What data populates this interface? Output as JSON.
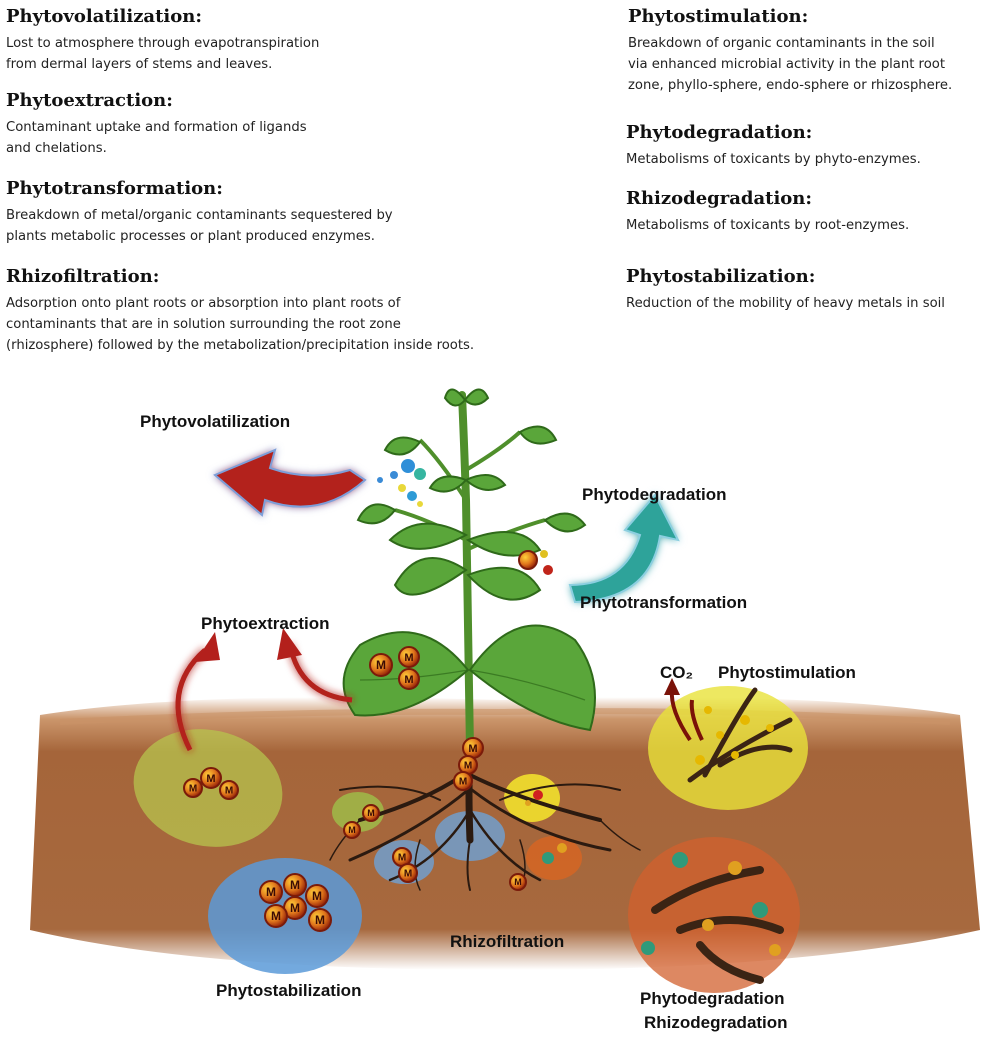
{
  "definitions": {
    "left": [
      {
        "term": "Phytovolatilization:",
        "desc": [
          "Lost to atmosphere through evapotranspiration",
          "from dermal layers of stems and leaves."
        ]
      },
      {
        "term": "Phytoextraction:",
        "desc": [
          "Contaminant uptake and formation of ligands",
          "and chelations."
        ]
      },
      {
        "term": "Phytotransformation:",
        "desc": [
          "Breakdown of metal/organic contaminants sequestered by",
          "plants metabolic processes or plant produced enzymes."
        ]
      },
      {
        "term": "Rhizofiltration:",
        "desc": [
          "Adsorption onto plant roots or absorption into plant roots of",
          "contaminants that are in solution surrounding the root zone",
          "(rhizosphere) followed by the metabolization/precipitation inside roots."
        ]
      }
    ],
    "right": [
      {
        "term": "Phytostimulation:",
        "desc": [
          "Breakdown of organic contaminants in the soil",
          "via enhanced microbial activity in the plant root",
          "zone, phyllo-sphere, endo-sphere or rhizosphere."
        ]
      },
      {
        "term": "Phytodegradation:",
        "desc": [
          "Metabolisms of toxicants by phyto-enzymes."
        ]
      },
      {
        "term": "Rhizodegradation:",
        "desc": [
          "Metabolisms of toxicants by root-enzymes."
        ]
      },
      {
        "term": "Phytostabilization:",
        "desc": [
          "Reduction of the mobility of heavy metals in soil"
        ]
      }
    ]
  },
  "diagram": {
    "labels": {
      "phytovolatilization": "Phytovolatilization",
      "phytodegradation_top": "Phytodegradation",
      "phytotransformation": "Phytotransformation",
      "phytoextraction": "Phytoextraction",
      "co2": "CO₂",
      "phytostimulation": "Phytostimulation",
      "rhizofiltration": "Rhizofiltration",
      "phytostabilization": "Phytostabilization",
      "phytodegradation_bottom": "Phytodegradation",
      "rhizodegradation": "Rhizodegradation"
    },
    "metal_symbol": "M",
    "colors": {
      "soil": "#a9683a",
      "leaf": "#5aa63a",
      "stem": "#4f8f2b",
      "red_arrow": "#b3201c",
      "teal_arrow": "#2fa39a",
      "metal_ball": "#d94a12",
      "root": "#2b1a10"
    }
  }
}
